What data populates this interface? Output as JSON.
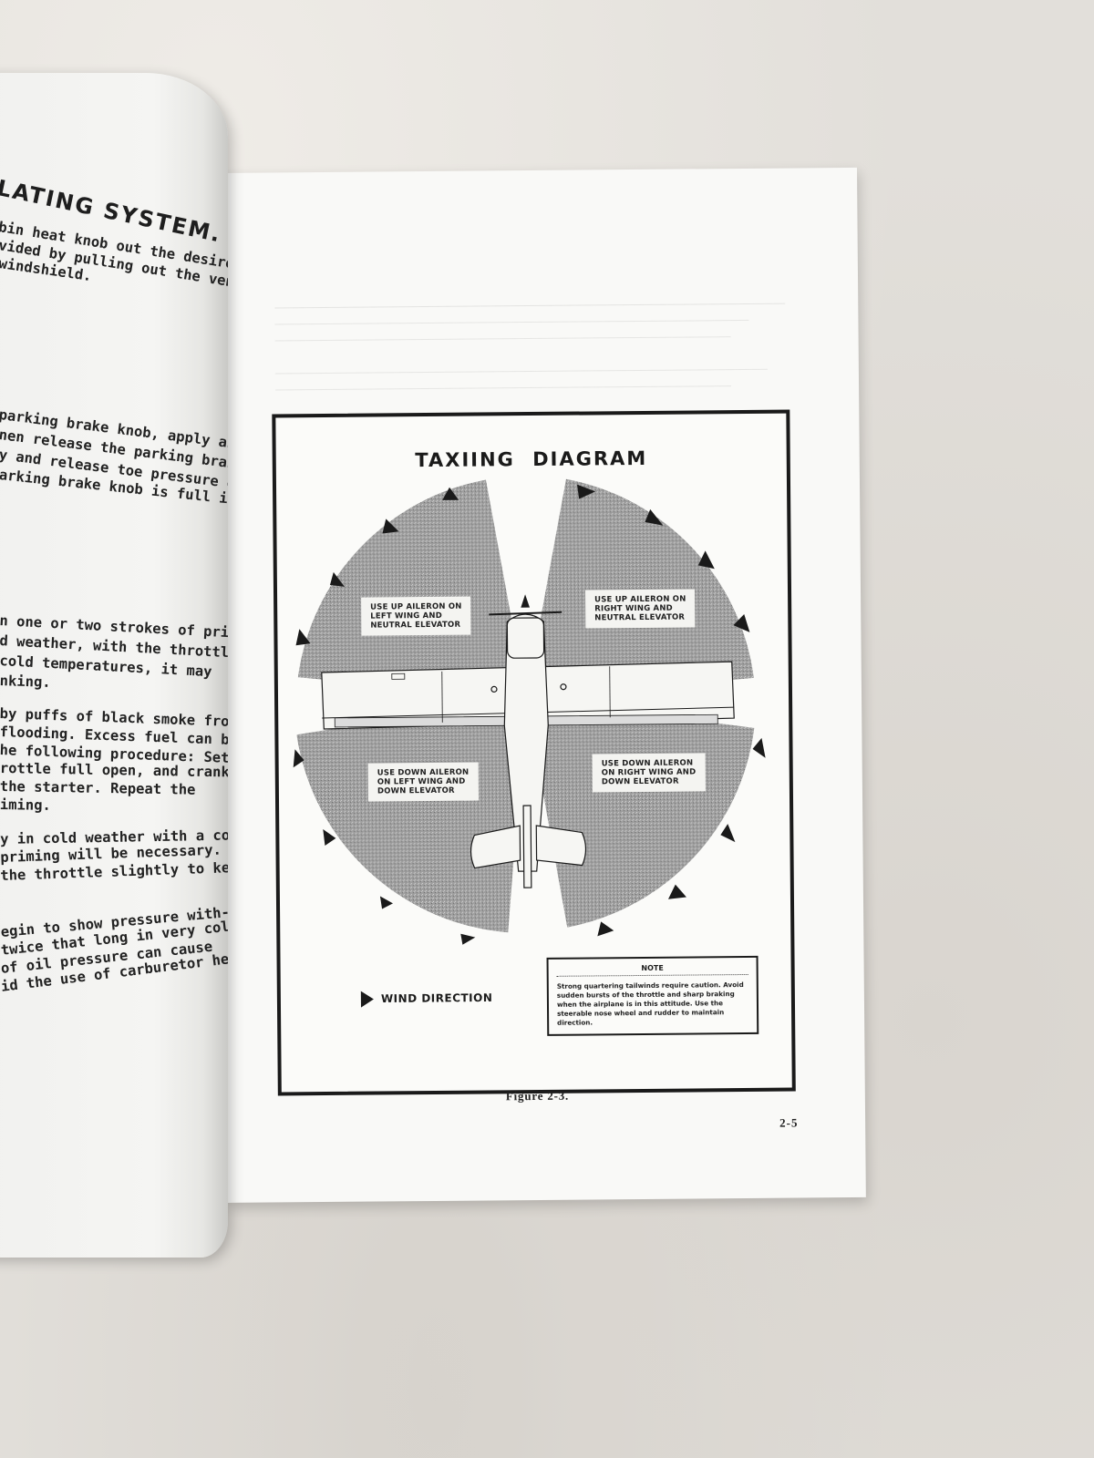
{
  "left_page": {
    "heading": "LATING SYSTEM.",
    "paragraphs": [
      [
        "bin heat knob out the desired",
        "vided by pulling out the venti-",
        "windshield."
      ],
      [
        "parking brake knob, apply and",
        "nen release the parking brake",
        "y and release toe pressure on",
        "arking brake knob is full in."
      ],
      [
        "n one or two strokes of primer",
        "d weather, with the throttle",
        " cold temperatures, it may",
        "nking."
      ],
      [
        "by puffs of black smoke from",
        "flooding.  Excess fuel can be",
        "he following procedure: Set",
        "rottle full open, and crank",
        "the starter.  Repeat the",
        "iming."
      ],
      [
        "y in cold weather with a cold",
        " priming will be necessary.",
        " the throttle slightly to keep"
      ],
      [
        "egin to show pressure with-",
        "twice that long in very cold",
        " of oil pressure can cause",
        "id the use of carburetor heat"
      ]
    ]
  },
  "right_page": {
    "diagram": {
      "title": "TAXIING  DIAGRAM",
      "quadrants": {
        "upper_left": "USE UP AILERON ON\nLEFT WING AND\nNEUTRAL ELEVATOR",
        "upper_right": "USE UP AILERON ON\nRIGHT WING AND\nNEUTRAL ELEVATOR",
        "lower_left": "USE DOWN AILERON\nON LEFT WING AND\nDOWN ELEVATOR",
        "lower_right": "USE DOWN AILERON\nON RIGHT WING AND\nDOWN ELEVATOR"
      },
      "legend": "WIND DIRECTION",
      "note": {
        "title": "NOTE",
        "text": "Strong quartering tailwinds require caution. Avoid sudden bursts of the throttle and sharp braking when the airplane is in this attitude. Use the steerable nose wheel and rudder to maintain direction."
      }
    },
    "caption": "Figure 2-3.",
    "page_number": "2-5"
  },
  "colors": {
    "ink": "#1a1a1a",
    "shaded_area": "#9a9a9a",
    "paper": "#f9f9f7",
    "table_surface": "#e2dfda"
  }
}
